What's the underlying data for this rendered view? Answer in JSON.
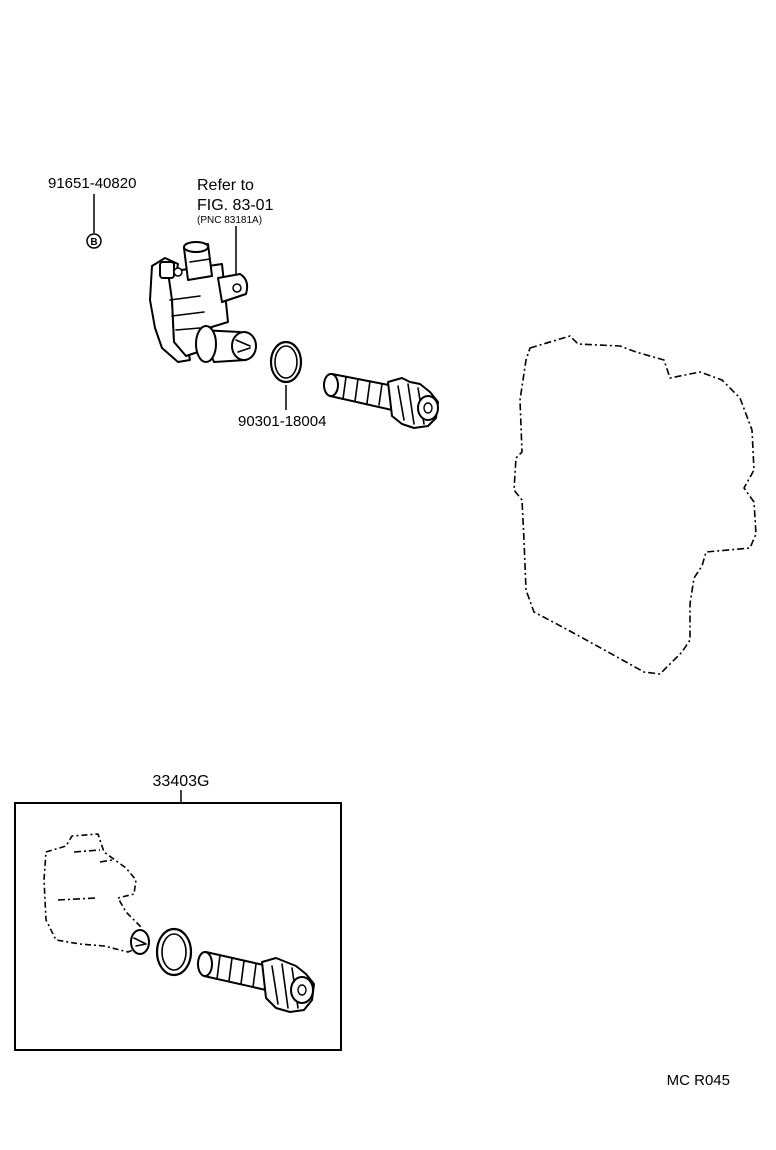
{
  "labels": {
    "bolt_part": "91651-40820",
    "bolt_marker": "B",
    "refer_line1": "Refer to",
    "refer_line2": "FIG. 83-01",
    "refer_line3": "(PNC 83181A)",
    "oring_part": "90301-18004",
    "kit_part": "33403G",
    "figure_code": "MC R045"
  },
  "colors": {
    "ink": "#000000",
    "paper": "#ffffff"
  }
}
